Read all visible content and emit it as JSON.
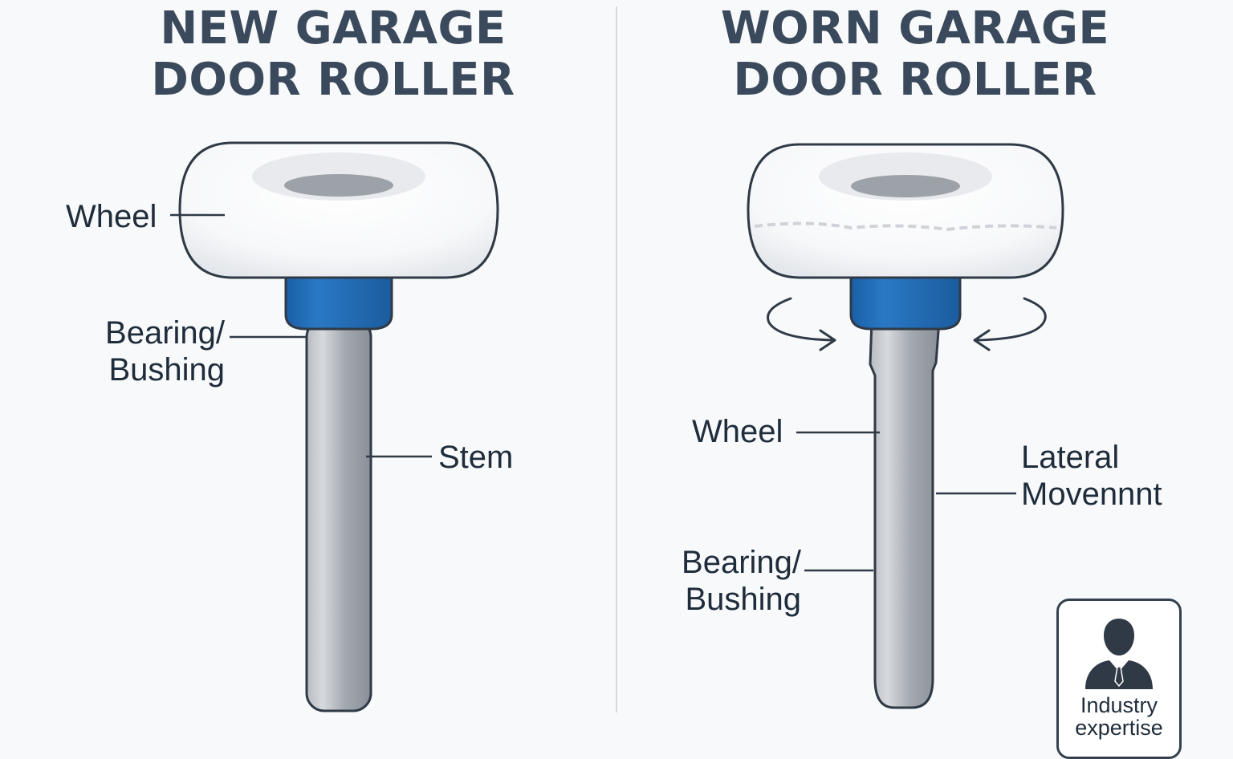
{
  "left_panel": {
    "title_line1": "NEW GARAGE",
    "title_line2": "DOOR ROLLER",
    "label_wheel": "Wheel",
    "label_bearing_line1": "Bearing/",
    "label_bearing_line2": "Bushing",
    "label_stem": "Stem"
  },
  "right_panel": {
    "title_line1": "WORN GARAGE",
    "title_line2": "DOOR ROLLER",
    "label_wheel": "Wheel",
    "label_lateral_line1": "Lateral",
    "label_lateral_line2": "Movennnt",
    "label_bearing_line1": "Bearing/",
    "label_bearing_line2": "Bushing"
  },
  "badge": {
    "icon": "businessman-icon",
    "text_line1": "Industry",
    "text_line2": "expertise"
  },
  "colors": {
    "title": "#3a4a5c",
    "bearing_blue": "#1f6bb5",
    "stem_gray": "#9aa0a8",
    "outline": "#2f3a46"
  }
}
